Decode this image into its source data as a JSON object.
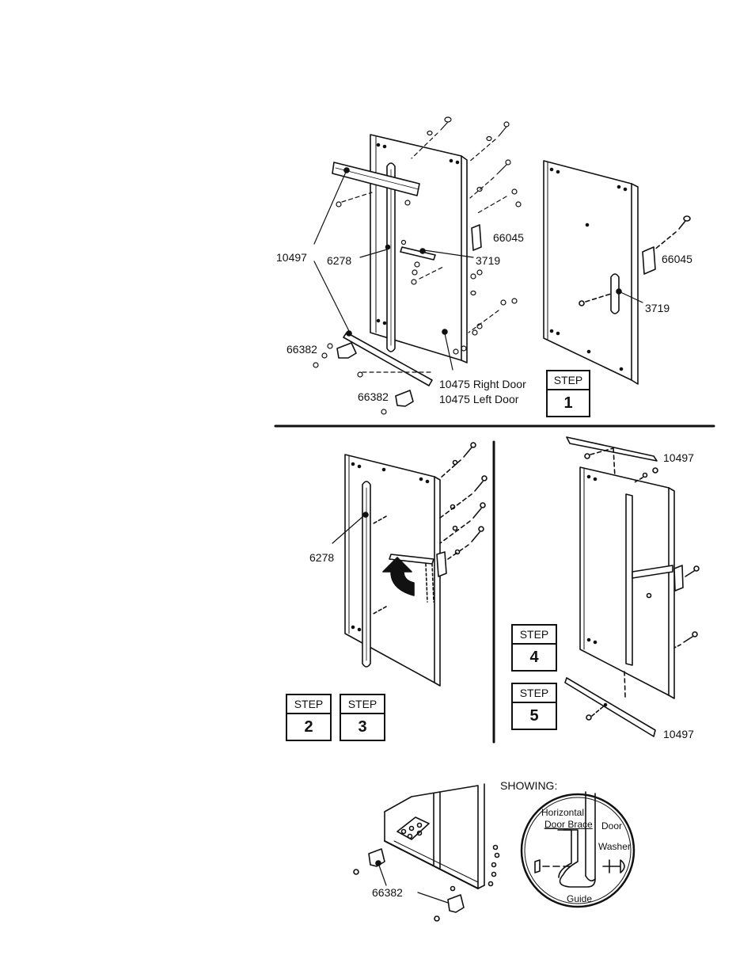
{
  "step1": {
    "labels": {
      "p10497": "10497",
      "p6278": "6278",
      "p66045a": "66045",
      "p3719a": "3719",
      "p66045b": "66045",
      "p3719b": "3719",
      "p66382a": "66382",
      "p66382b": "66382",
      "right_door": "10475 Right Door",
      "left_door": "10475 Left Door"
    },
    "step": {
      "word": "STEP",
      "number": "1"
    }
  },
  "step23": {
    "labels": {
      "p6278": "6278"
    },
    "step2": {
      "word": "STEP",
      "number": "2"
    },
    "step3": {
      "word": "STEP",
      "number": "3"
    }
  },
  "step45": {
    "labels": {
      "p10497_top": "10497",
      "p10497_bottom": "10497"
    },
    "step4": {
      "word": "STEP",
      "number": "4"
    },
    "step5": {
      "word": "STEP",
      "number": "5"
    }
  },
  "detail": {
    "labels": {
      "p66382": "66382"
    },
    "showing": {
      "title": "SHOWING:",
      "horizontal": "Horizontal",
      "door_brace": "Door Brace",
      "door": "Door",
      "washer": "Washer",
      "guide": "Guide"
    }
  }
}
